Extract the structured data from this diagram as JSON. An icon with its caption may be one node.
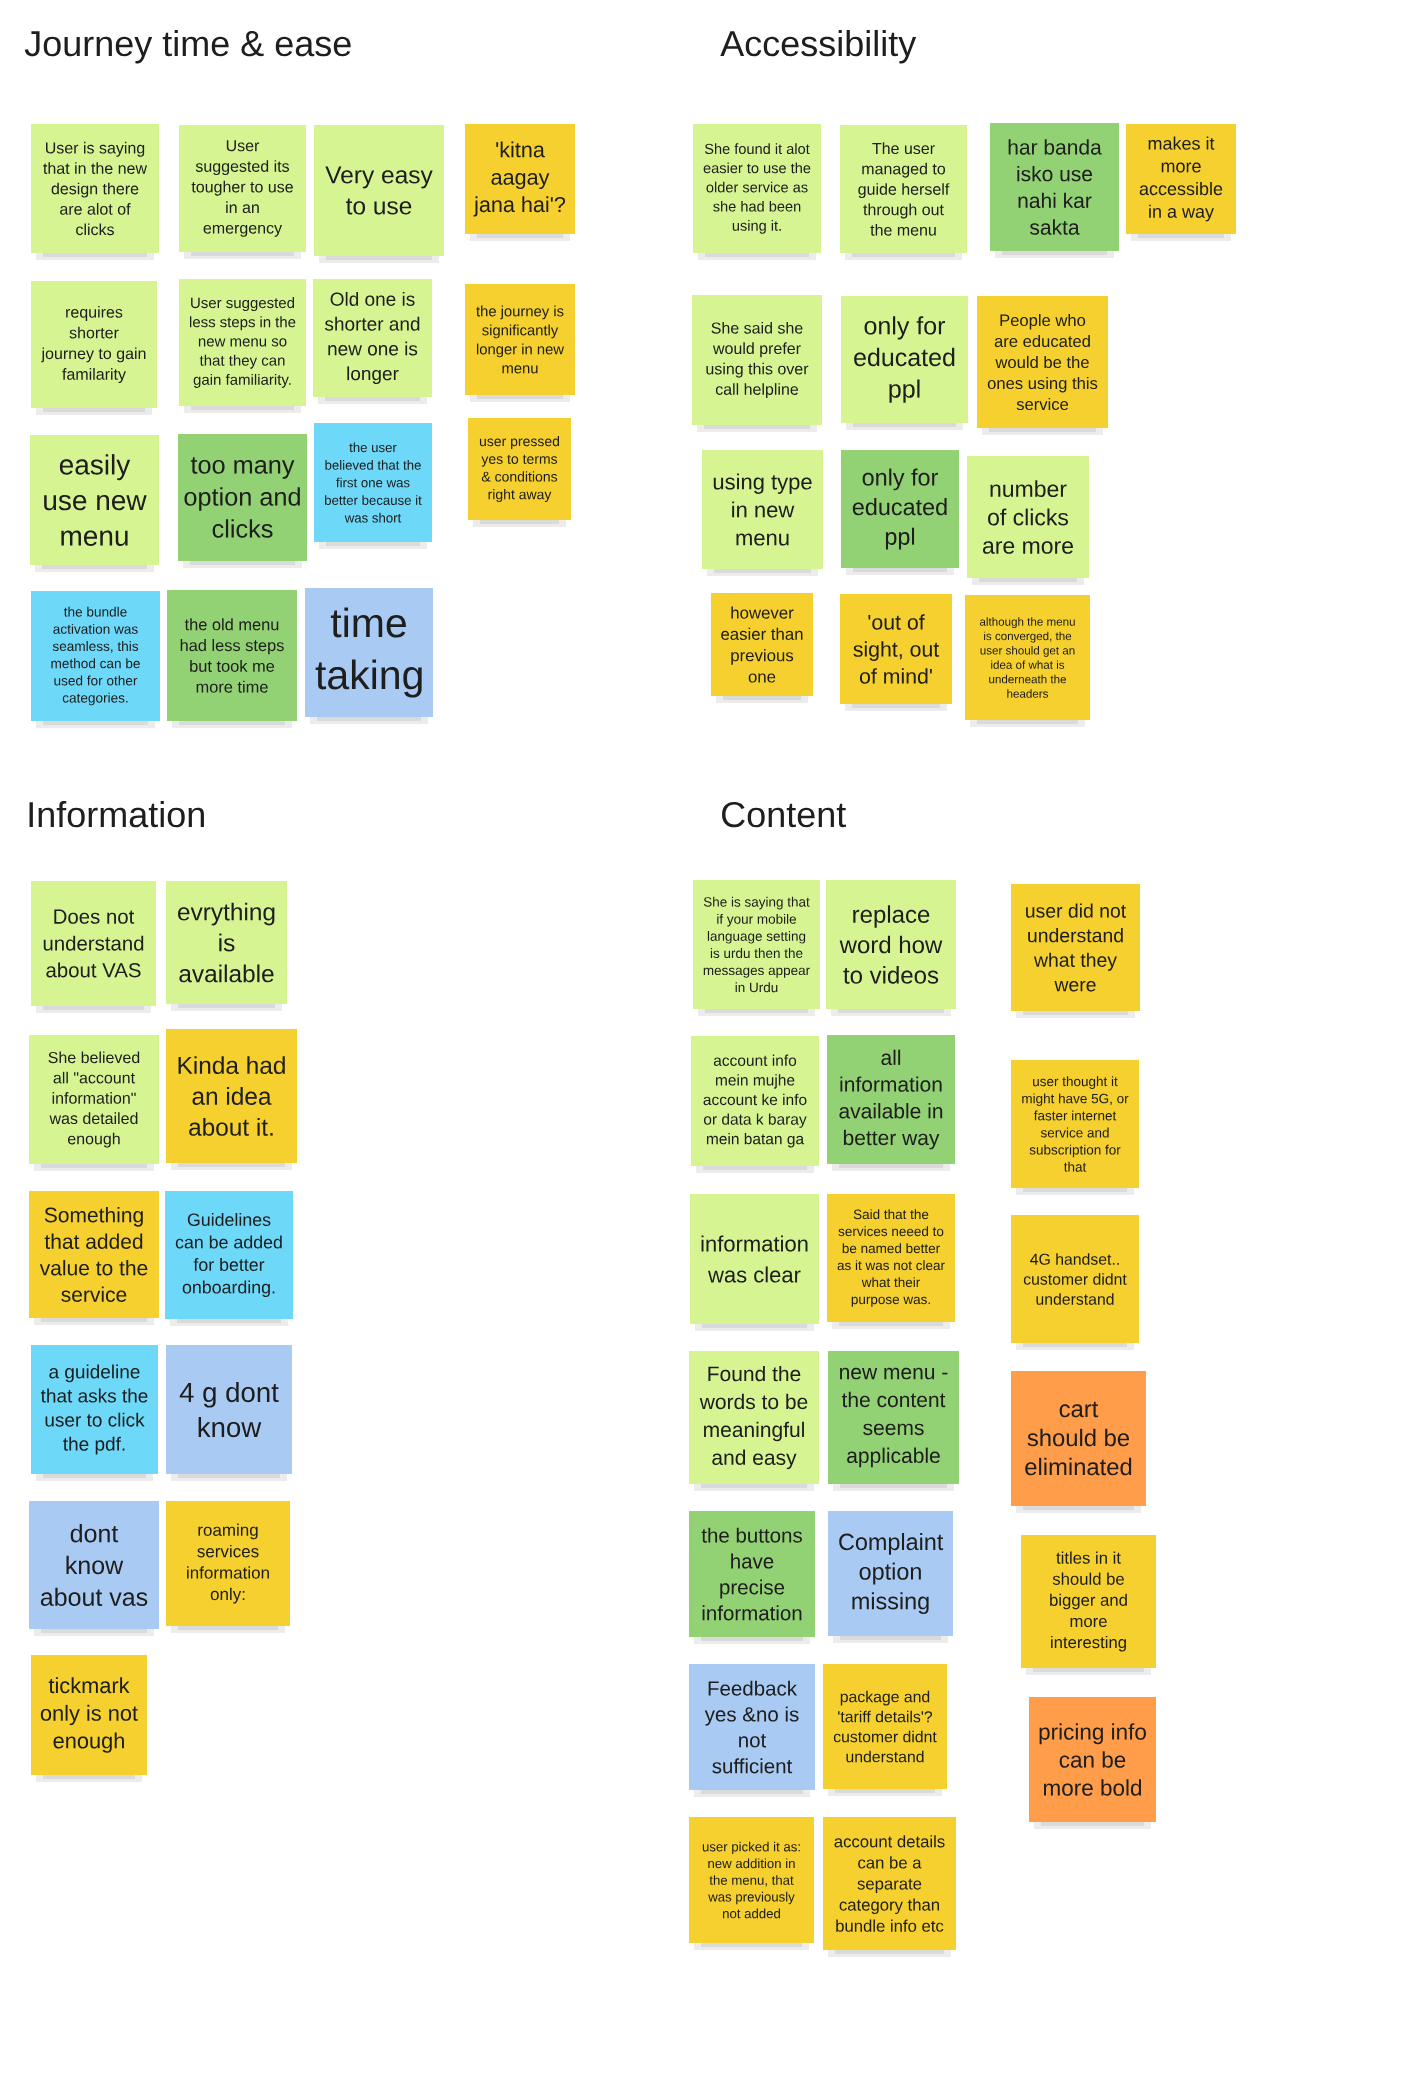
{
  "diagram": {
    "nodes": [
      {
        "text": [
          "User is saying that in the new design there are alot of clicks"
        ]
      },
      {
        "text": [
          "User suggested its tougher to use in an emergency"
        ]
      },
      {
        "text": [
          "Very easy to use"
        ]
      },
      {
        "text": [
          "'kitna aagay jana hai'?"
        ]
      },
      {
        "text": [
          "requires shorter journey to gain familarity"
        ]
      },
      {
        "text": [
          "User suggested less steps in the new menu so that they can gain familiarity."
        ]
      },
      {
        "text": [
          "Old one is shorter and new one is longer"
        ]
      },
      {
        "text": [
          "the journey is significantly longer in new menu"
        ]
      },
      {
        "text": [
          "easily use new menu"
        ]
      },
      {
        "text": [
          "too many option and clicks"
        ]
      },
      {
        "text": [
          "the user believed that the first one was better because it was short"
        ]
      },
      {
        "text": [
          "user pressed yes to terms & conditions right away"
        ]
      },
      {
        "text": [
          "the bundle activation was seamless, this method can be used for other categories."
        ]
      },
      {
        "text": [
          "the old menu had less steps but took me more time"
        ]
      },
      {
        "text": [
          "time taking"
        ]
      },
      {
        "text": [
          "She found it alot easier to use the older service as she had been using it."
        ]
      },
      {
        "text": [
          "The user managed to guide herself through out the menu"
        ]
      },
      {
        "text": [
          "har banda isko use nahi kar sakta"
        ]
      },
      {
        "text": [
          "makes it more accessible in a way"
        ]
      },
      {
        "text": [
          "She said she would prefer using this over call helpline"
        ]
      },
      {
        "text": [
          "only for educated ppl"
        ]
      },
      {
        "text": [
          "People who are educated would be the ones using this service"
        ]
      },
      {
        "text": [
          "using type in new menu"
        ]
      },
      {
        "text": [
          "only for educated ppl"
        ]
      },
      {
        "text": [
          "number of clicks are more"
        ]
      },
      {
        "text": [
          "however easier than previous one"
        ]
      },
      {
        "text": [
          "'out of sight, out of mind'"
        ]
      },
      {
        "text": [
          "although the menu is converged, the user should get an idea of what is underneath the headers"
        ]
      },
      {
        "text": [
          "Does not understand about VAS"
        ]
      },
      {
        "text": [
          "evrything is available"
        ]
      },
      {
        "text": [
          "She believed all \"account information\" was detailed enough"
        ]
      },
      {
        "text": [
          "Kinda had an idea about it."
        ]
      },
      {
        "text": [
          "Something that added value to the service"
        ]
      },
      {
        "text": [
          "Guidelines can be added for better onboarding."
        ]
      },
      {
        "text": [
          "a guideline that asks the user to click the pdf."
        ]
      },
      {
        "text": [
          "4 g dont know"
        ]
      },
      {
        "text": [
          "dont know about vas"
        ]
      },
      {
        "text": [
          "roaming services information only:"
        ]
      },
      {
        "text": [
          "tickmark only is not enough"
        ]
      },
      {
        "text": [
          "She is saying that if your mobile language setting is urdu then the messages appear in Urdu"
        ]
      },
      {
        "text": [
          "replace word how to videos"
        ]
      },
      {
        "text": [
          "user did not understand what they were"
        ]
      },
      {
        "text": [
          "account info mein mujhe account ke info or data k baray mein batan ga"
        ]
      },
      {
        "text": [
          "all information available in better way"
        ]
      },
      {
        "text": [
          "user thought it might have 5G, or faster internet service and subscription for that"
        ]
      },
      {
        "text": [
          "information was clear"
        ]
      },
      {
        "text": [
          "Said that the services neeed to be named better as it was not clear what their purpose was."
        ]
      },
      {
        "text": [
          "4G handset.. customer didnt understand"
        ]
      },
      {
        "text": [
          "Found the words to be meaningful and easy"
        ]
      },
      {
        "text": [
          "new menu - the content seems applicable"
        ]
      },
      {
        "text": [
          "cart should be eliminated"
        ]
      },
      {
        "text": [
          "the buttons have precise information"
        ]
      },
      {
        "text": [
          "Complaint option missing"
        ]
      },
      {
        "text": [
          "titles in it should be bigger and more interesting"
        ]
      },
      {
        "text": [
          "Feedback yes &no is not sufficient"
        ]
      },
      {
        "text": [
          "package and 'tariff details'? customer didnt understand"
        ]
      },
      {
        "text": [
          "pricing info can be more bold"
        ]
      },
      {
        "text": [
          "user picked it as: new addition in the menu, that was previously not added"
        ]
      },
      {
        "text": [
          "account details can be a separate category than bundle info etc"
        ]
      }
    ],
    "labels": [
      "Journey time & ease",
      "Accessibility",
      "Information",
      "Content"
    ]
  }
}
